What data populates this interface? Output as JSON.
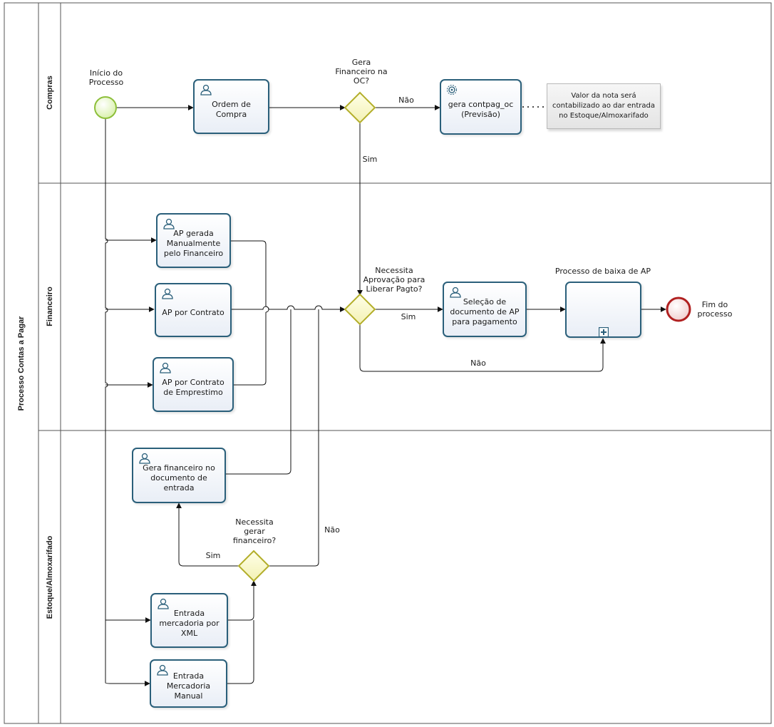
{
  "pool": {
    "title": "Processo Contas a Pagar"
  },
  "lanes": [
    {
      "id": "compras",
      "label": "Compras"
    },
    {
      "id": "financeiro",
      "label": "Financeiro"
    },
    {
      "id": "estoque",
      "label": "Estoque/Almoxarifado"
    }
  ],
  "events": {
    "start": {
      "label": "Início do Processo"
    },
    "end": {
      "label": "Fim do processo"
    }
  },
  "tasks": {
    "ordem_compra": {
      "label": "Ordem de Compra",
      "type": "user"
    },
    "gera_contpag": {
      "label": "gera contpag_oc (Previsão)",
      "type": "service"
    },
    "ap_manual": {
      "label": "AP gerada Manualmente pelo Financeiro",
      "type": "user"
    },
    "ap_contrato": {
      "label": "AP por Contrato",
      "type": "user"
    },
    "ap_emprestimo": {
      "label": "AP por Contrato de Emprestimo",
      "type": "user"
    },
    "selecao_doc": {
      "label": "Seleção de documento de AP para pagamento",
      "type": "user"
    },
    "gera_fin_doc": {
      "label": "Gera financeiro no documento de entrada",
      "type": "user"
    },
    "entrada_xml": {
      "label": "Entrada mercadoria por XML",
      "type": "user"
    },
    "entrada_manual": {
      "label": "Entrada Mercadoria Manual",
      "type": "user"
    }
  },
  "subprocess": {
    "label": "Processo de baixa de AP"
  },
  "gateways": {
    "gw_financeiro_oc": {
      "label": "Gera Financeiro na OC?"
    },
    "gw_aprovacao": {
      "label": "Necessita Aprovação para Liberar Pagto?"
    },
    "gw_gerar_fin": {
      "label": "Necessita gerar financeiro?"
    }
  },
  "flow_labels": {
    "gw1_nao": "Não",
    "gw1_sim": "Sim",
    "gw2_sim": "Sim",
    "gw2_nao": "Não",
    "gw3_sim": "Sim",
    "gw3_nao": "Não"
  },
  "annotation": {
    "text": "Valor da nota será contabilizado ao dar entrada no Estoque/Almoxarifado"
  },
  "colors": {
    "task_border": "#2a5f7a",
    "start_fill": "#e6f7c8",
    "start_stroke": "#8dbf3a",
    "end_fill": "#f2d8d8",
    "end_stroke": "#b02020",
    "gateway_fill": "#fcfcd0",
    "gateway_stroke": "#b3ae2a",
    "lane_border": "#555555"
  }
}
